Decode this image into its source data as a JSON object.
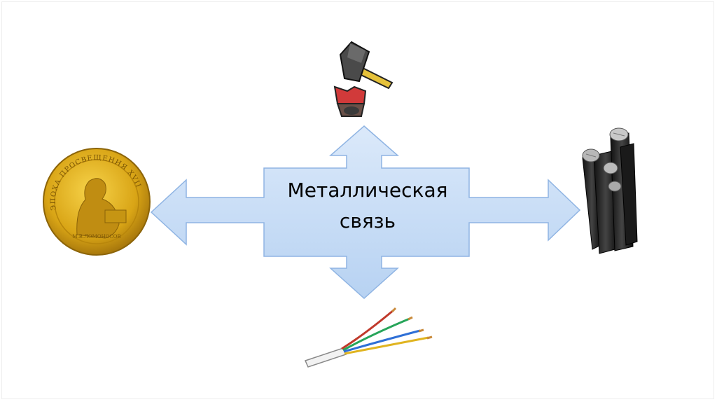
{
  "diagram": {
    "center_label_line1": "Металлическая",
    "center_label_line2": "связь",
    "arrow_fill": "#c5dcf6",
    "arrow_stroke": "#8fb4e3",
    "icons": [
      "gold-coin-icon",
      "hammer-anvil-icon",
      "power-cable-icon",
      "stripped-wire-icon"
    ],
    "coin_text_top": "ЭПОХА ПРОСВЕЩЕНИЯ XVIII В.",
    "coin_text_bottom": "М.В.ЛОМОНОСОВ"
  }
}
